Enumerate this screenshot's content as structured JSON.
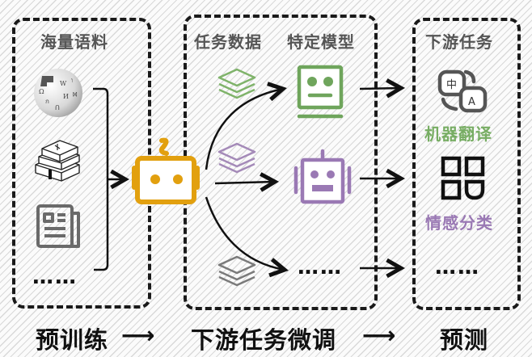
{
  "panels": {
    "pretrain_corpus": {
      "title": "海量语料"
    },
    "task_data_models": {
      "title_data": "任务数据",
      "title_models": "特定模型"
    },
    "downstream": {
      "title": "下游任务"
    }
  },
  "corpus_sources": [
    {
      "icon": "wikipedia-globe-icon"
    },
    {
      "icon": "books-icon"
    },
    {
      "icon": "newspaper-icon"
    }
  ],
  "corpus_more": "……",
  "base_model": {
    "icon": "robot-icon",
    "color": "#e2a00f"
  },
  "task_models": [
    {
      "data_icon": "layers-icon",
      "model_icon": "robot-face-icon",
      "color": "#6fa55c"
    },
    {
      "data_icon": "layers-icon",
      "model_icon": "robot-antenna-icon",
      "color": "#9a79b4"
    },
    {
      "data_icon": "layers-icon",
      "color": "#777777",
      "more": "……"
    }
  ],
  "tasks": [
    {
      "icon": "translate-icon",
      "label": "机器翻译",
      "color": "#77ad63"
    },
    {
      "icon": "category-grid-icon",
      "label": "情感分类",
      "color": "#9a79b4"
    },
    {
      "more": "……"
    }
  ],
  "footer": {
    "step1": "预训练",
    "step2": "下游任务微调",
    "step3": "预测",
    "arrow": "⟶"
  },
  "colors": {
    "stroke": "#1a1a1a",
    "title_gray": "#555555"
  }
}
